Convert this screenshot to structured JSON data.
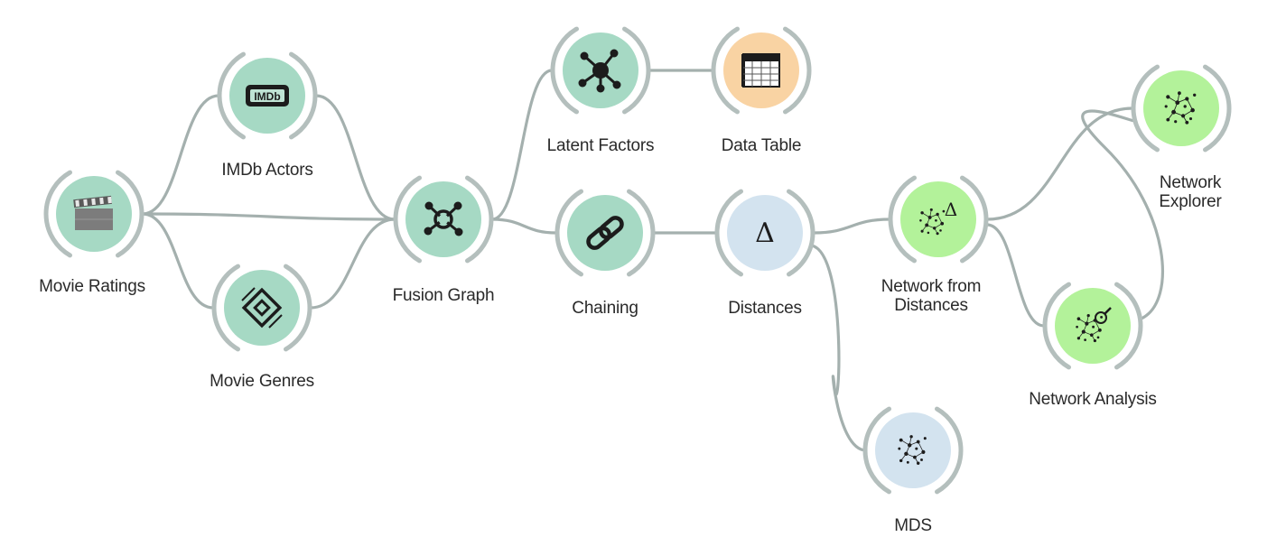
{
  "diagram": {
    "colors": {
      "data_widget": "#a6d9c4",
      "table_widget": "#f9d3a3",
      "distance_widget": "#d3e3ef",
      "network_widget": "#b3f29a",
      "link": "#a4b0ae",
      "arc": "#b4bfbd",
      "icon": "#1c1c1c"
    },
    "nodes": [
      {
        "id": "movie-ratings",
        "label": "Movie Ratings",
        "icon": "film-clapper-icon",
        "color": "data_widget"
      },
      {
        "id": "imdb-actors",
        "label": "IMDb Actors",
        "icon": "imdb-badge-icon",
        "color": "data_widget"
      },
      {
        "id": "movie-genres",
        "label": "Movie Genres",
        "icon": "genres-frame-icon",
        "color": "data_widget"
      },
      {
        "id": "fusion-graph",
        "label": "Fusion Graph",
        "icon": "fusion-graph-icon",
        "color": "data_widget"
      },
      {
        "id": "latent-factors",
        "label": "Latent Factors",
        "icon": "latent-factors-icon",
        "color": "data_widget"
      },
      {
        "id": "chaining",
        "label": "Chaining",
        "icon": "chain-link-icon",
        "color": "data_widget"
      },
      {
        "id": "data-table",
        "label": "Data Table",
        "icon": "table-grid-icon",
        "color": "table_widget"
      },
      {
        "id": "distances",
        "label": "Distances",
        "icon": "delta-icon",
        "color": "distance_widget"
      },
      {
        "id": "network-from-distances",
        "label": "Network from\nDistances",
        "icon": "network-delta-icon",
        "color": "network_widget"
      },
      {
        "id": "network-explorer",
        "label": "Network Explorer",
        "icon": "network-scatter-icon",
        "color": "network_widget"
      },
      {
        "id": "network-analysis",
        "label": "Network Analysis",
        "icon": "network-magnifier-icon",
        "color": "network_widget"
      },
      {
        "id": "mds",
        "label": "MDS",
        "icon": "mds-scatter-icon",
        "color": "distance_widget"
      }
    ],
    "links": [
      {
        "from": "movie-ratings",
        "to": "imdb-actors"
      },
      {
        "from": "movie-ratings",
        "to": "movie-genres"
      },
      {
        "from": "movie-ratings",
        "to": "fusion-graph"
      },
      {
        "from": "imdb-actors",
        "to": "fusion-graph"
      },
      {
        "from": "movie-genres",
        "to": "fusion-graph"
      },
      {
        "from": "fusion-graph",
        "to": "latent-factors"
      },
      {
        "from": "fusion-graph",
        "to": "chaining"
      },
      {
        "from": "latent-factors",
        "to": "data-table"
      },
      {
        "from": "chaining",
        "to": "distances"
      },
      {
        "from": "distances",
        "to": "network-from-distances"
      },
      {
        "from": "distances",
        "to": "mds"
      },
      {
        "from": "network-from-distances",
        "to": "network-explorer"
      },
      {
        "from": "network-from-distances",
        "to": "network-analysis"
      },
      {
        "from": "network-analysis",
        "to": "network-explorer"
      }
    ]
  }
}
